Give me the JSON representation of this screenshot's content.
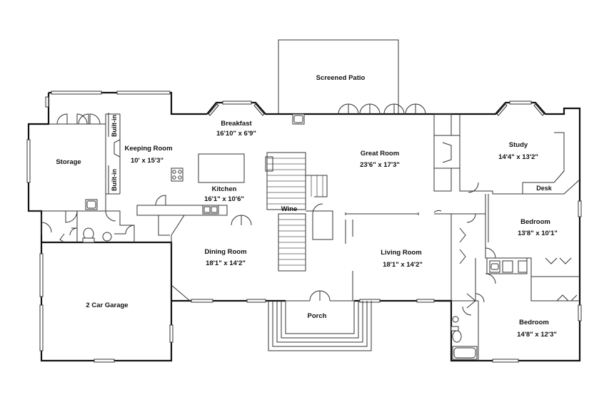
{
  "rooms": {
    "screened_patio": {
      "name": "Screened Patio"
    },
    "breakfast": {
      "name": "Breakfast",
      "dims": "16'10\" x 6'9\""
    },
    "keeping_room": {
      "name": "Keeping Room",
      "dims": "10' x 15'3\""
    },
    "storage": {
      "name": "Storage"
    },
    "built_in_1": {
      "name": "Built-in"
    },
    "built_in_2": {
      "name": "Built-in"
    },
    "kitchen": {
      "name": "Kitchen",
      "dims": "16'1\" x 10'6\""
    },
    "great_room": {
      "name": "Great Room",
      "dims": "23'6\" x 17'3\""
    },
    "study": {
      "name": "Study",
      "dims": "14'4\" x 13'2\""
    },
    "desk": {
      "name": "Desk"
    },
    "wine": {
      "name": "Wine"
    },
    "bedroom_1": {
      "name": "Bedroom",
      "dims": "13'8\" x 10'1\""
    },
    "dining_room": {
      "name": "Dining Room",
      "dims": "18'1\" x 14'2\""
    },
    "living_room": {
      "name": "Living Room",
      "dims": "18'1\" x 14'2\""
    },
    "garage": {
      "name": "2 Car Garage"
    },
    "porch": {
      "name": "Porch"
    },
    "bedroom_2": {
      "name": "Bedroom",
      "dims": "14'8\" x 12'3\""
    }
  }
}
